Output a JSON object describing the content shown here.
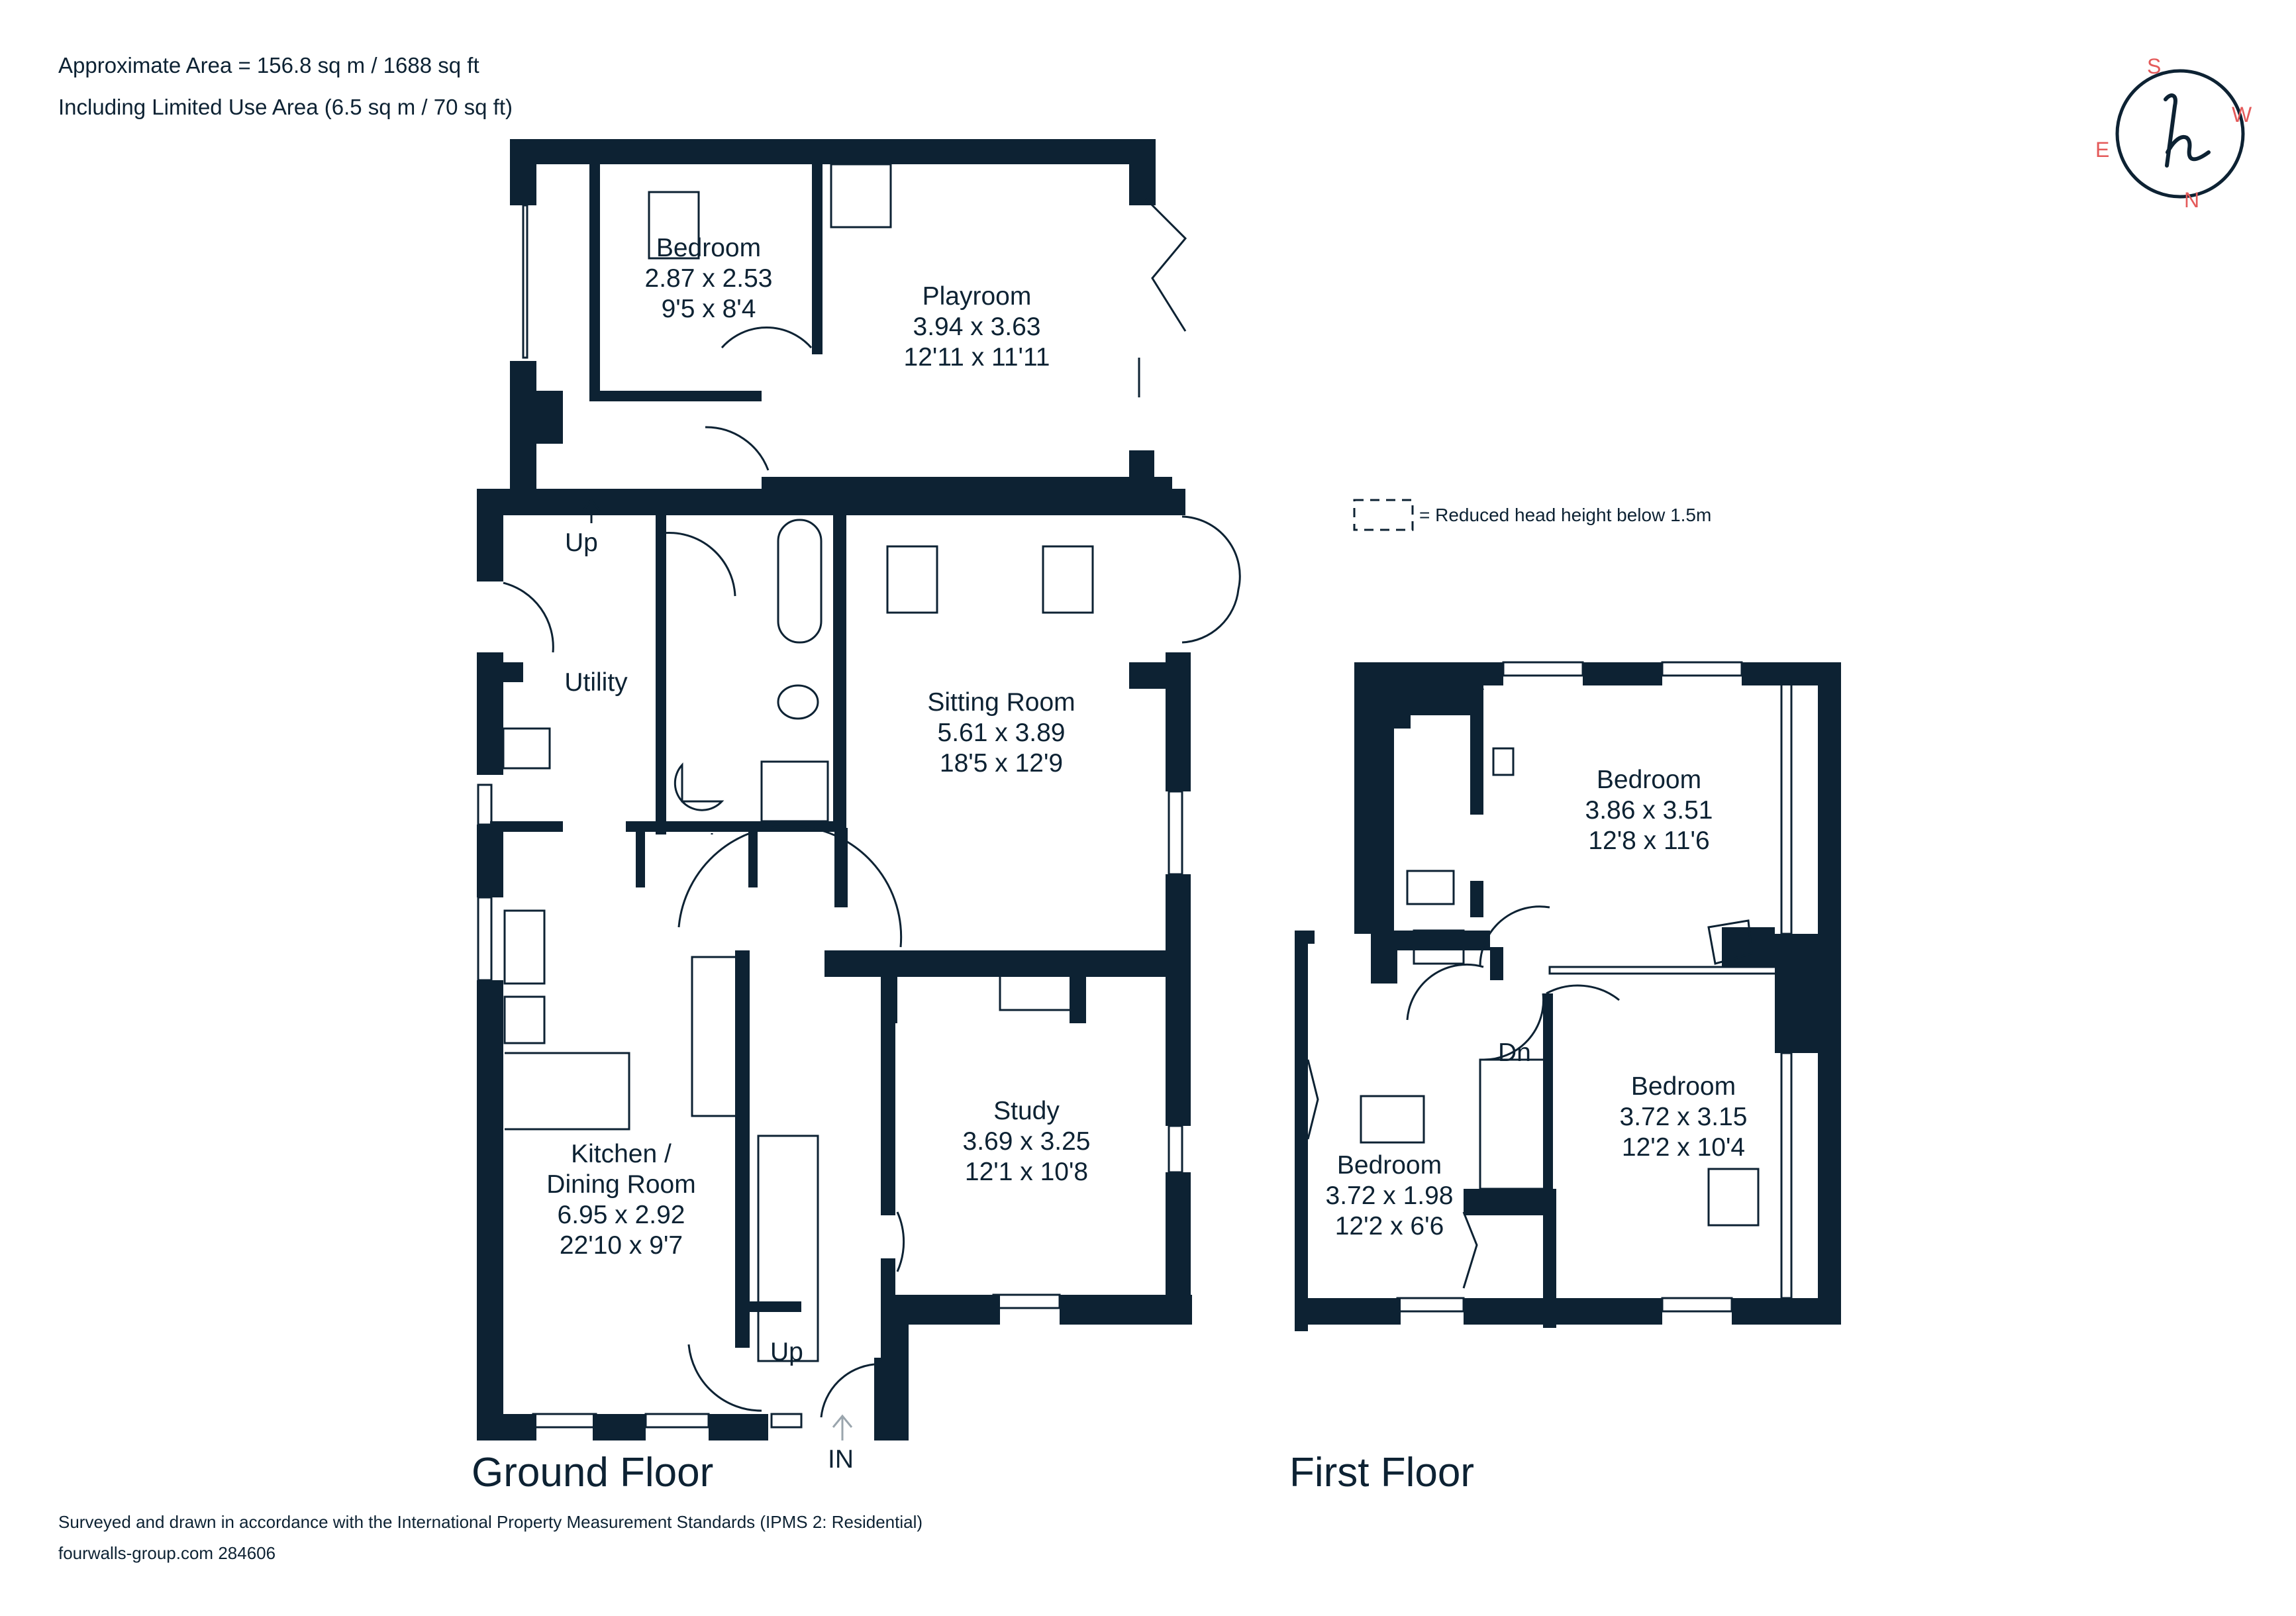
{
  "header": {
    "area_line": "Approximate Area = 156.8 sq m / 1688 sq ft",
    "limited_line": "Including Limited Use Area (6.5 sq m / 70 sq ft)"
  },
  "legend": {
    "text": "= Reduced head height below 1.5m"
  },
  "compass": {
    "s": "S",
    "w": "W",
    "e": "E",
    "n": "N",
    "logo": "h"
  },
  "ground_floor": {
    "title": "Ground Floor",
    "rooms": {
      "bedroom": {
        "name": "Bedroom",
        "metric": "2.87 x 2.53",
        "imperial": "9'5 x 8'4"
      },
      "playroom": {
        "name": "Playroom",
        "metric": "3.94 x 3.63",
        "imperial": "12'11 x 11'11"
      },
      "sitting": {
        "name": "Sitting Room",
        "metric": "5.61 x 3.89",
        "imperial": "18'5 x 12'9"
      },
      "utility": {
        "name": "Utility"
      },
      "study": {
        "name": "Study",
        "metric": "3.69 x 3.25",
        "imperial": "12'1 x 10'8"
      },
      "kitchen": {
        "name1": "Kitchen /",
        "name2": "Dining Room",
        "metric": "6.95 x 2.92",
        "imperial": "22'10 x 9'7"
      }
    },
    "up_top": "Up",
    "up_bottom": "Up",
    "entrance": "IN"
  },
  "first_floor": {
    "title": "First Floor",
    "rooms": {
      "bedroom_a": {
        "name": "Bedroom",
        "metric": "3.86 x 3.51",
        "imperial": "12'8 x 11'6"
      },
      "bedroom_b": {
        "name": "Bedroom",
        "metric": "3.72 x 3.15",
        "imperial": "12'2 x 10'4"
      },
      "bedroom_c": {
        "name": "Bedroom",
        "metric": "3.72 x 1.98",
        "imperial": "12'2 x 6'6"
      }
    },
    "down": "Dn"
  },
  "footer": {
    "survey_line": "Surveyed and drawn in accordance with the International Property Measurement Standards (IPMS 2: Residential)",
    "ref_line": "fourwalls-group.com 284606"
  },
  "colors": {
    "wall": "#0d2233",
    "accent": "#e45a5a",
    "background": "#ffffff"
  }
}
